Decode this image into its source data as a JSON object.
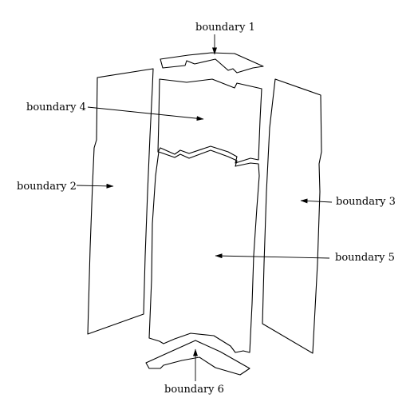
{
  "diagram": {
    "labels": {
      "b1": "boundary 1",
      "b2": "boundary 2",
      "b3": "boundary 3",
      "b4": "boundary 4",
      "b5": "boundary 5",
      "b6": "boundary 6"
    }
  }
}
